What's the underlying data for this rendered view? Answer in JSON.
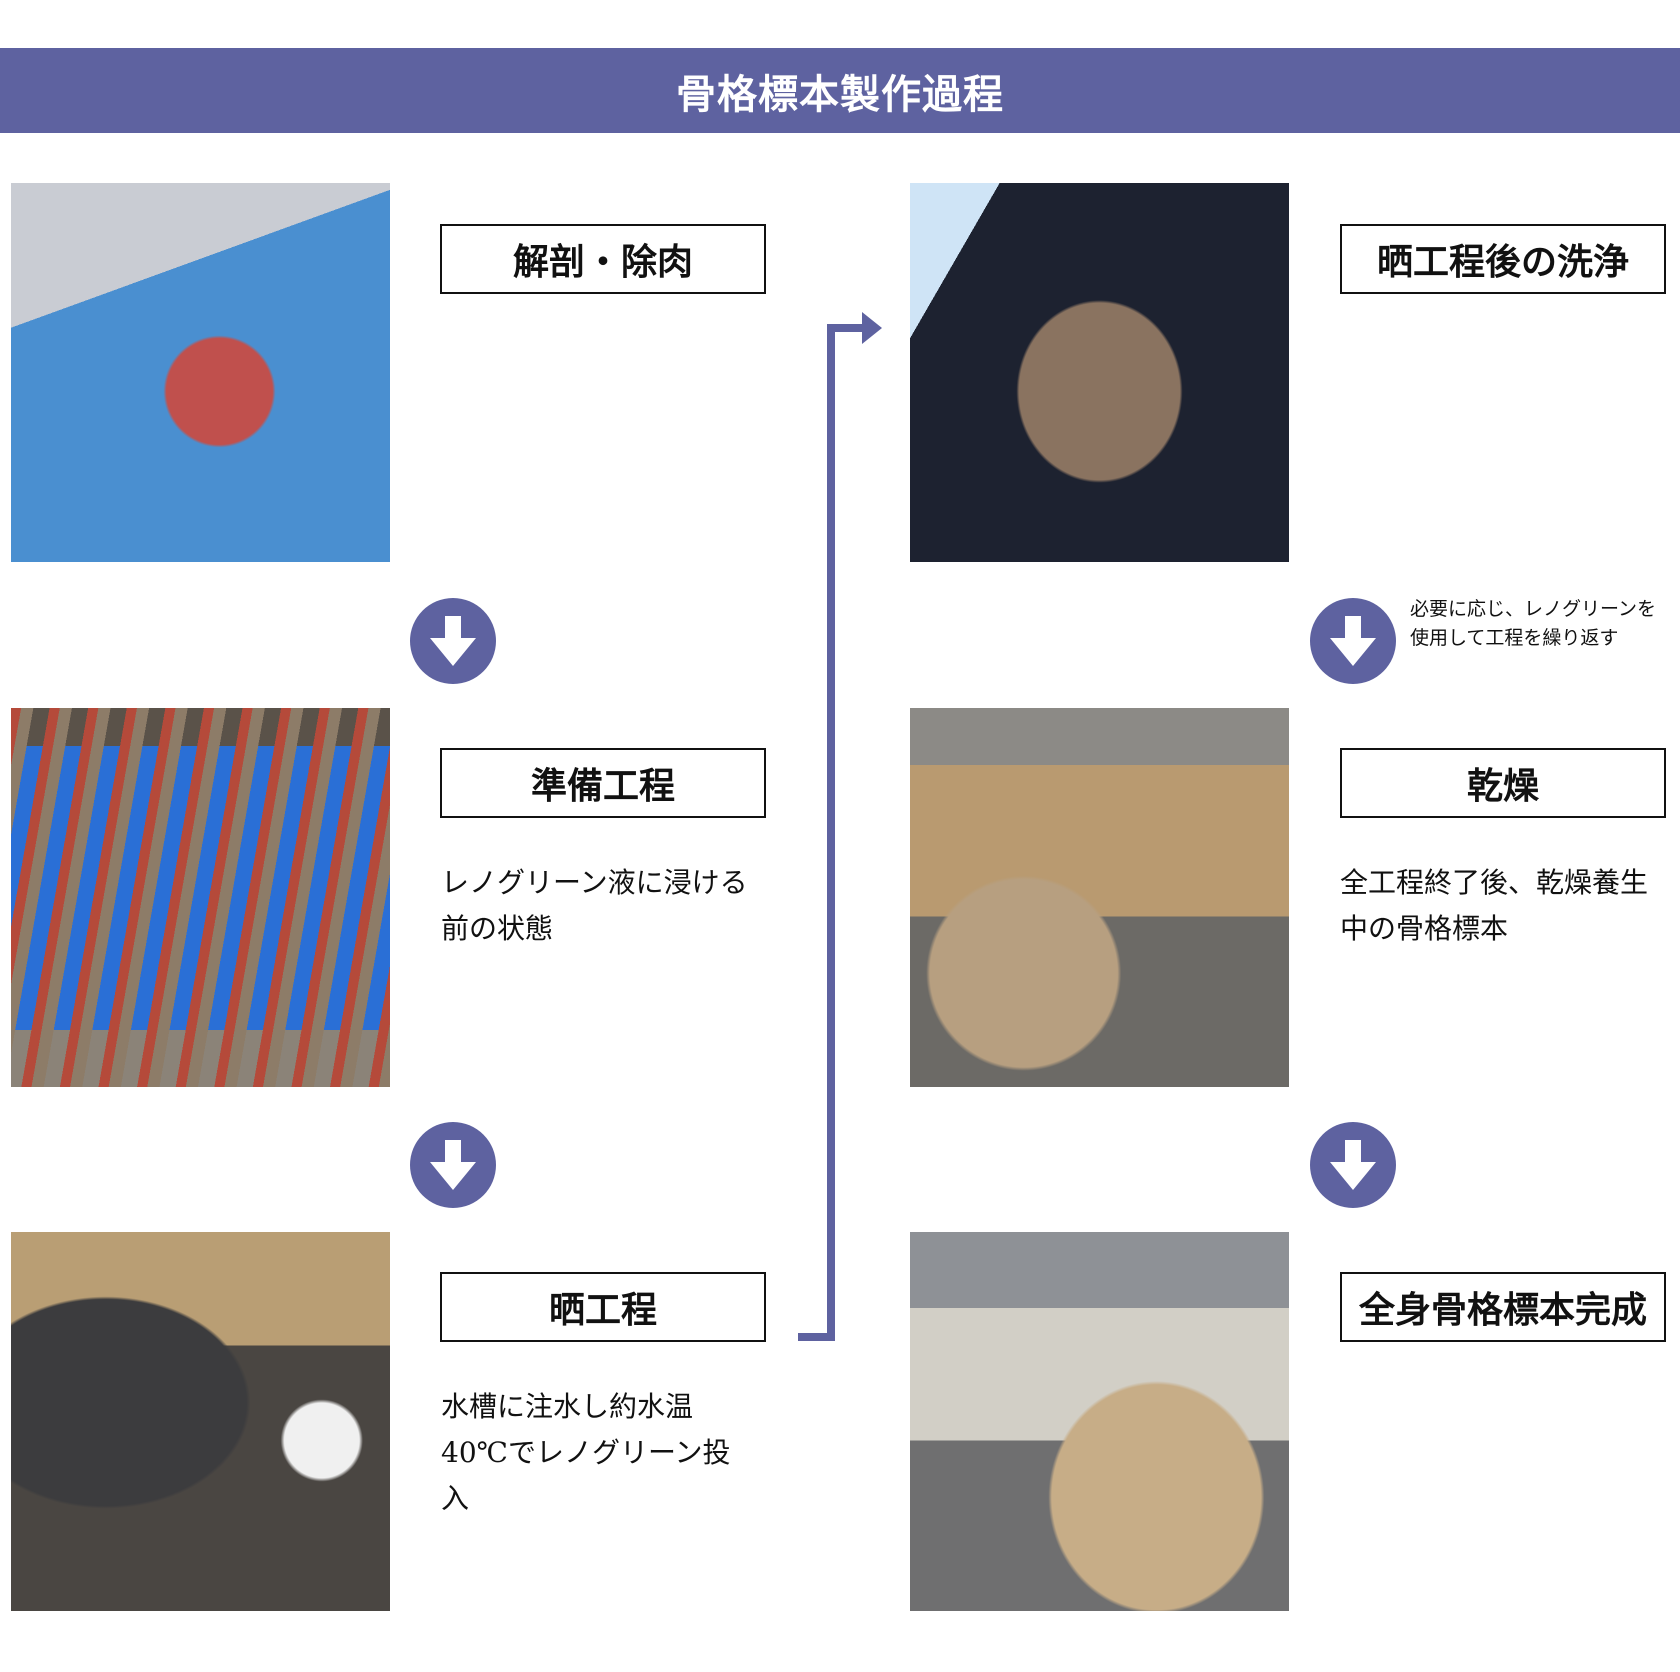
{
  "header": {
    "title": "骨格標本製作過程"
  },
  "accent_color": "#5e62a0",
  "steps": [
    {
      "label": "解剖・除肉",
      "description": "",
      "photo": "whale carcass dissection on blue tarp"
    },
    {
      "label": "準備工程",
      "description": "レノグリーン液に浸ける前の状態",
      "photo": "bones laid out on blue tarp"
    },
    {
      "label": "晒工程",
      "description": "水槽に注水し約水温40℃でレノグリーン投入",
      "photo": "steel drum and Renogreen containers"
    },
    {
      "label": "晒工程後の洗浄",
      "description": "",
      "photo": "bone being washed with water spray"
    },
    {
      "label": "乾燥",
      "description": "全工程終了後、乾燥養生中の骨格標本",
      "photo": "skeleton drying in workshop"
    },
    {
      "label": "全身骨格標本完成",
      "description": "",
      "photo": "completed whole skeleton specimen"
    }
  ],
  "repeat_note": "必要に応じ、レノグリーンを使用して工程を繰り返す",
  "icons": {
    "down_arrow": "arrow-down-circle-icon",
    "connector": "elbow-arrow-icon"
  }
}
